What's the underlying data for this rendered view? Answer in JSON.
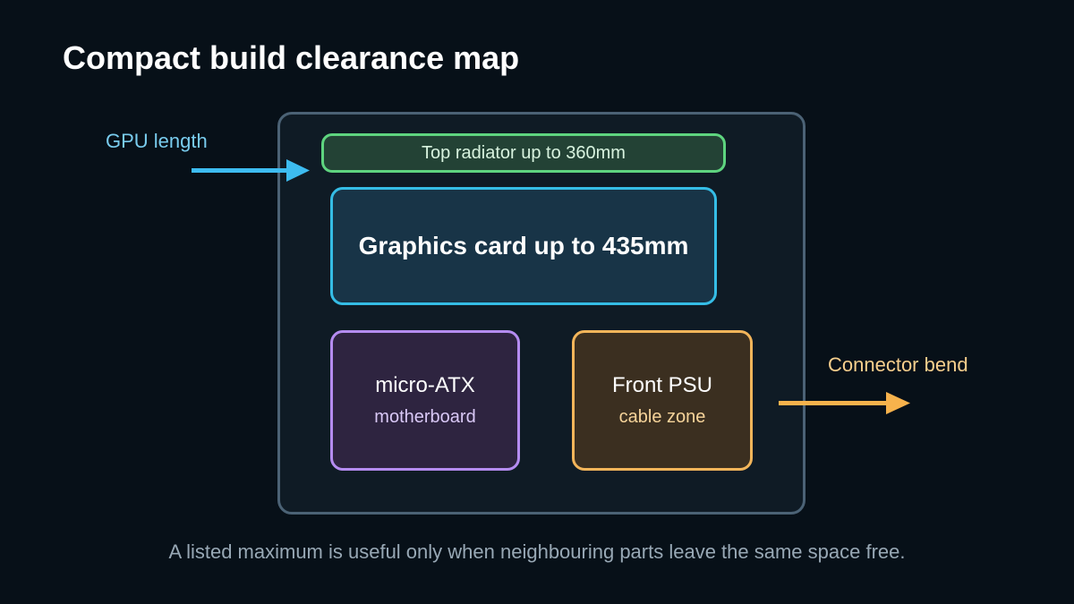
{
  "title": "Compact build clearance map",
  "zones": {
    "radiator": "Top radiator up to 360mm",
    "gpu": "Graphics card up to 435mm",
    "motherboard": {
      "main": "micro-ATX",
      "sub": "motherboard"
    },
    "psu": {
      "main": "Front PSU",
      "sub": "cable zone"
    }
  },
  "annotations": {
    "gpu_length": "GPU length",
    "connector_bend": "Connector bend"
  },
  "caption": "A listed maximum is useful only when neighbouring parts leave the same space free.",
  "colors": {
    "background": "#071018",
    "radiator": "#5ed47f",
    "gpu": "#35bde6",
    "motherboard": "#b58cf1",
    "psu": "#f3b55a",
    "arrow_left": "#3dbcf0",
    "arrow_right": "#f7b24c"
  },
  "icons": {
    "gpu_arrow": "arrow-right-icon",
    "connector_arrow": "arrow-right-icon"
  }
}
